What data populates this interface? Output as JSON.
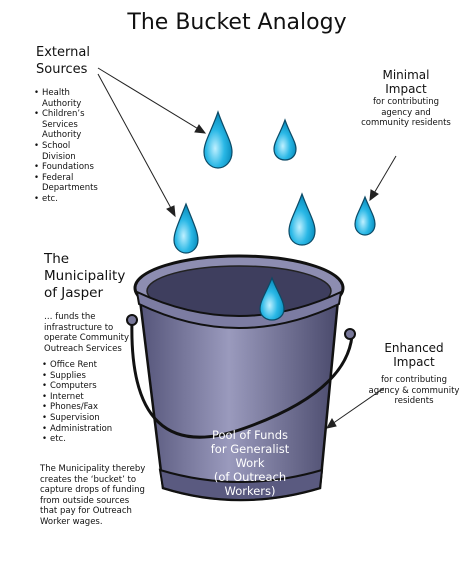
{
  "title": "The Bucket Analogy",
  "external": {
    "heading_line1": "External",
    "heading_line2": "Sources",
    "items": [
      "Health Authority",
      "Children’s Services Authority",
      "School Division",
      "Foundations",
      "Federal Departments",
      "etc."
    ]
  },
  "municipality": {
    "heading_line1": "The",
    "heading_line2": "Municipality",
    "heading_line3": "of Jasper",
    "description": "… funds the infrastructure to operate Community Outreach Services",
    "items": [
      "Office Rent",
      "Supplies",
      "Computers",
      "Internet",
      "Phones/Fax",
      "Supervision",
      "Administration",
      "etc."
    ],
    "footnote": "The Municipality thereby creates the ‘bucket’ to capture drops of funding from outside sources that pay for Outreach Worker wages."
  },
  "minimal_impact": {
    "heading_line1": "Minimal",
    "heading_line2": "Impact",
    "description": "for contributing agency and community residents"
  },
  "enhanced_impact": {
    "heading_line1": "Enhanced",
    "heading_line2": "Impact",
    "description": "for contributing agency & community residents"
  },
  "bucket": {
    "label_line1": "Pool of Funds",
    "label_line2": "for Generalist Work",
    "label_line3": "(of Outreach",
    "label_line4": "Workers)"
  },
  "colors": {
    "drop": "#2ab8e6",
    "bucket_body": "#6f6f96",
    "bucket_rim": "#8d8db1",
    "bucket_inside": "#3e3e5e"
  }
}
